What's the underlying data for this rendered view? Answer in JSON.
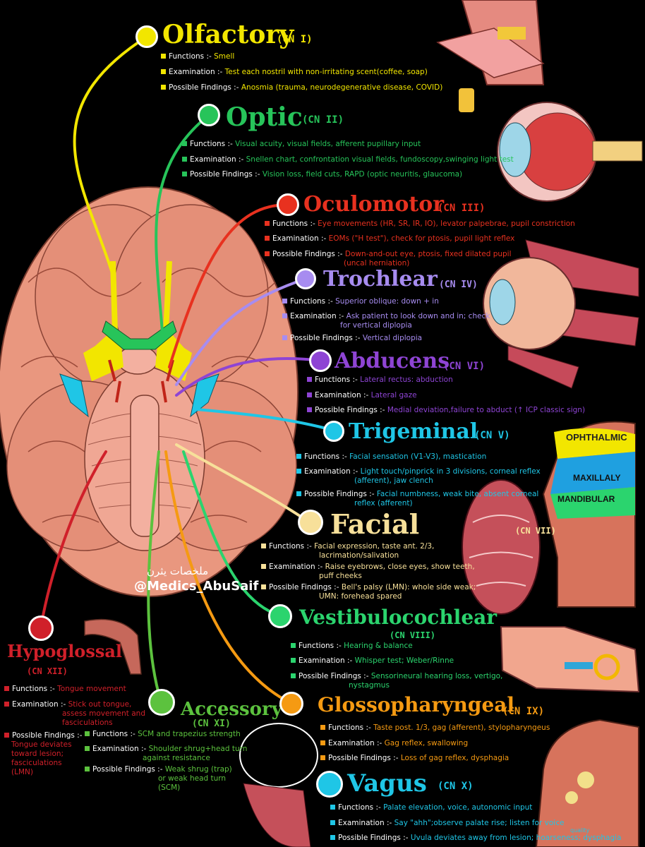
{
  "labels": {
    "functions": "Functions :-",
    "examination": "Examination :-",
    "findings": "Possible Findings :-"
  },
  "watermark": {
    "arabic": "ملخصات يثرن",
    "handle": "@Medics_AbuSaif"
  },
  "nerves": [
    {
      "id": "olfactory",
      "name": "Olfactory",
      "cn": "(CN I)",
      "color": "#f2e600",
      "functions": "Smell",
      "examination": "Test each nostril with non-irritating scent(coffee, soap)",
      "findings": "Anosmia (trauma, neurodegenerative disease, COVID)"
    },
    {
      "id": "optic",
      "name": "Optic",
      "cn": "(CN II)",
      "color": "#27c45a",
      "functions": "Visual acuity, visual fields, afferent pupillary input",
      "examination": "Snellen chart, confrontation visual fields, fundoscopy,swinging light test",
      "findings": "Vision loss, field cuts, RAPD (optic neuritis, glaucoma)"
    },
    {
      "id": "oculomotor",
      "name": "Oculomotor",
      "cn": "(CN III)",
      "color": "#e8311f",
      "functions": "Eye movements (HR, SR, IR, IO), levator palpebrae, pupil constriction",
      "examination": "EOMs (\"H test\"), check for ptosis, pupil light reflex",
      "findings": "Down-and-out eye, ptosis, fixed dilated pupil",
      "findings2": "(uncal herniation)"
    },
    {
      "id": "trochlear",
      "name": "Trochlear",
      "cn": "(CN IV)",
      "color": "#a78cf0",
      "functions": "Superior oblique: down + in",
      "examination": "Ask patient to look down and in; check",
      "examination2": "for vertical diplopia",
      "findings": "Vertical diplopia"
    },
    {
      "id": "abducens",
      "name": "Abducens",
      "cn": "(CN VI)",
      "color": "#8e44d4",
      "functions": "Lateral rectus: abduction",
      "examination": "Lateral gaze",
      "findings": "Medial deviation,failure to abduct (↑ ICP classic sign)"
    },
    {
      "id": "trigeminal",
      "name": "Trigeminal",
      "cn": "(CN V)",
      "color": "#1fc6e6",
      "functions": "Facial sensation (V1-V3), mastication",
      "examination": "Light touch/pinprick in 3 divisions, corneal reflex",
      "examination2": "(afferent), jaw clench",
      "findings": "Facial numbness, weak bite, absent corneal",
      "findings2": "reflex (afferent)"
    },
    {
      "id": "facial",
      "name": "Facial",
      "cn": "(CN VII)",
      "color": "#f7e09a",
      "functions": "Facial expression, taste ant. 2/3,",
      "functions2": "lacrimation/salivation",
      "examination": "Raise eyebrows, close eyes, show teeth,",
      "examination2": "puff cheeks",
      "findings": "Bell's palsy (LMN): whole side weak;",
      "findings2": "UMN: forehead spared"
    },
    {
      "id": "vestibulocochlear",
      "name": "Vestibulocochlear",
      "cn": "(CN VIII)",
      "color": "#2bd46e",
      "functions": "Hearing & balance",
      "examination": "Whisper test; Weber/Rinne",
      "findings": "Sensorineural hearing loss, vertigo,",
      "findings2": "nystagmus"
    },
    {
      "id": "hypoglossal",
      "name": "Hypoglossal",
      "cn": "(CN XII)",
      "color": "#d0202a",
      "functions": "Tongue movement",
      "examination": "Stick out tongue,",
      "examination2": "assess movement and",
      "examination3": "fasciculations",
      "findings": "",
      "findings_lines": [
        "Tongue deviates",
        "toward lesion;",
        "fasciculations",
        "(LMN)"
      ]
    },
    {
      "id": "accessory",
      "name": "Accessory",
      "cn": "(CN XI)",
      "color": "#5cc23e",
      "functions": "SCM and trapezius strength",
      "examination": "Shoulder shrug+head turn",
      "examination2": "against resistance",
      "findings": "Weak shrug (trap)",
      "findings_lines": [
        "or weak head turn",
        "(SCM)"
      ]
    },
    {
      "id": "glossopharyngeal",
      "name": "Glossopharyngeal",
      "cn": "(CN IX)",
      "color": "#f59a12",
      "functions": "Taste post. 1/3, gag (afferent), stylopharyngeus",
      "examination": "Gag reflex, swallowing",
      "findings": "Loss of gag reflex, dysphagia"
    },
    {
      "id": "vagus",
      "name": "Vagus",
      "cn": "(CN X)",
      "color": "#1fc6e6",
      "functions": "Palate elevation, voice, autonomic input",
      "examination": "Say \"ahh\";observe palate rise; listen for voice",
      "examination_note": "quality",
      "findings": "Uvula deviates away from lesion; hoarseness; dysphagia"
    }
  ],
  "face_regions": {
    "v1": "OPHTHALMIC",
    "v2": "MAXILLALY",
    "v3": "MANDIBULAR"
  }
}
